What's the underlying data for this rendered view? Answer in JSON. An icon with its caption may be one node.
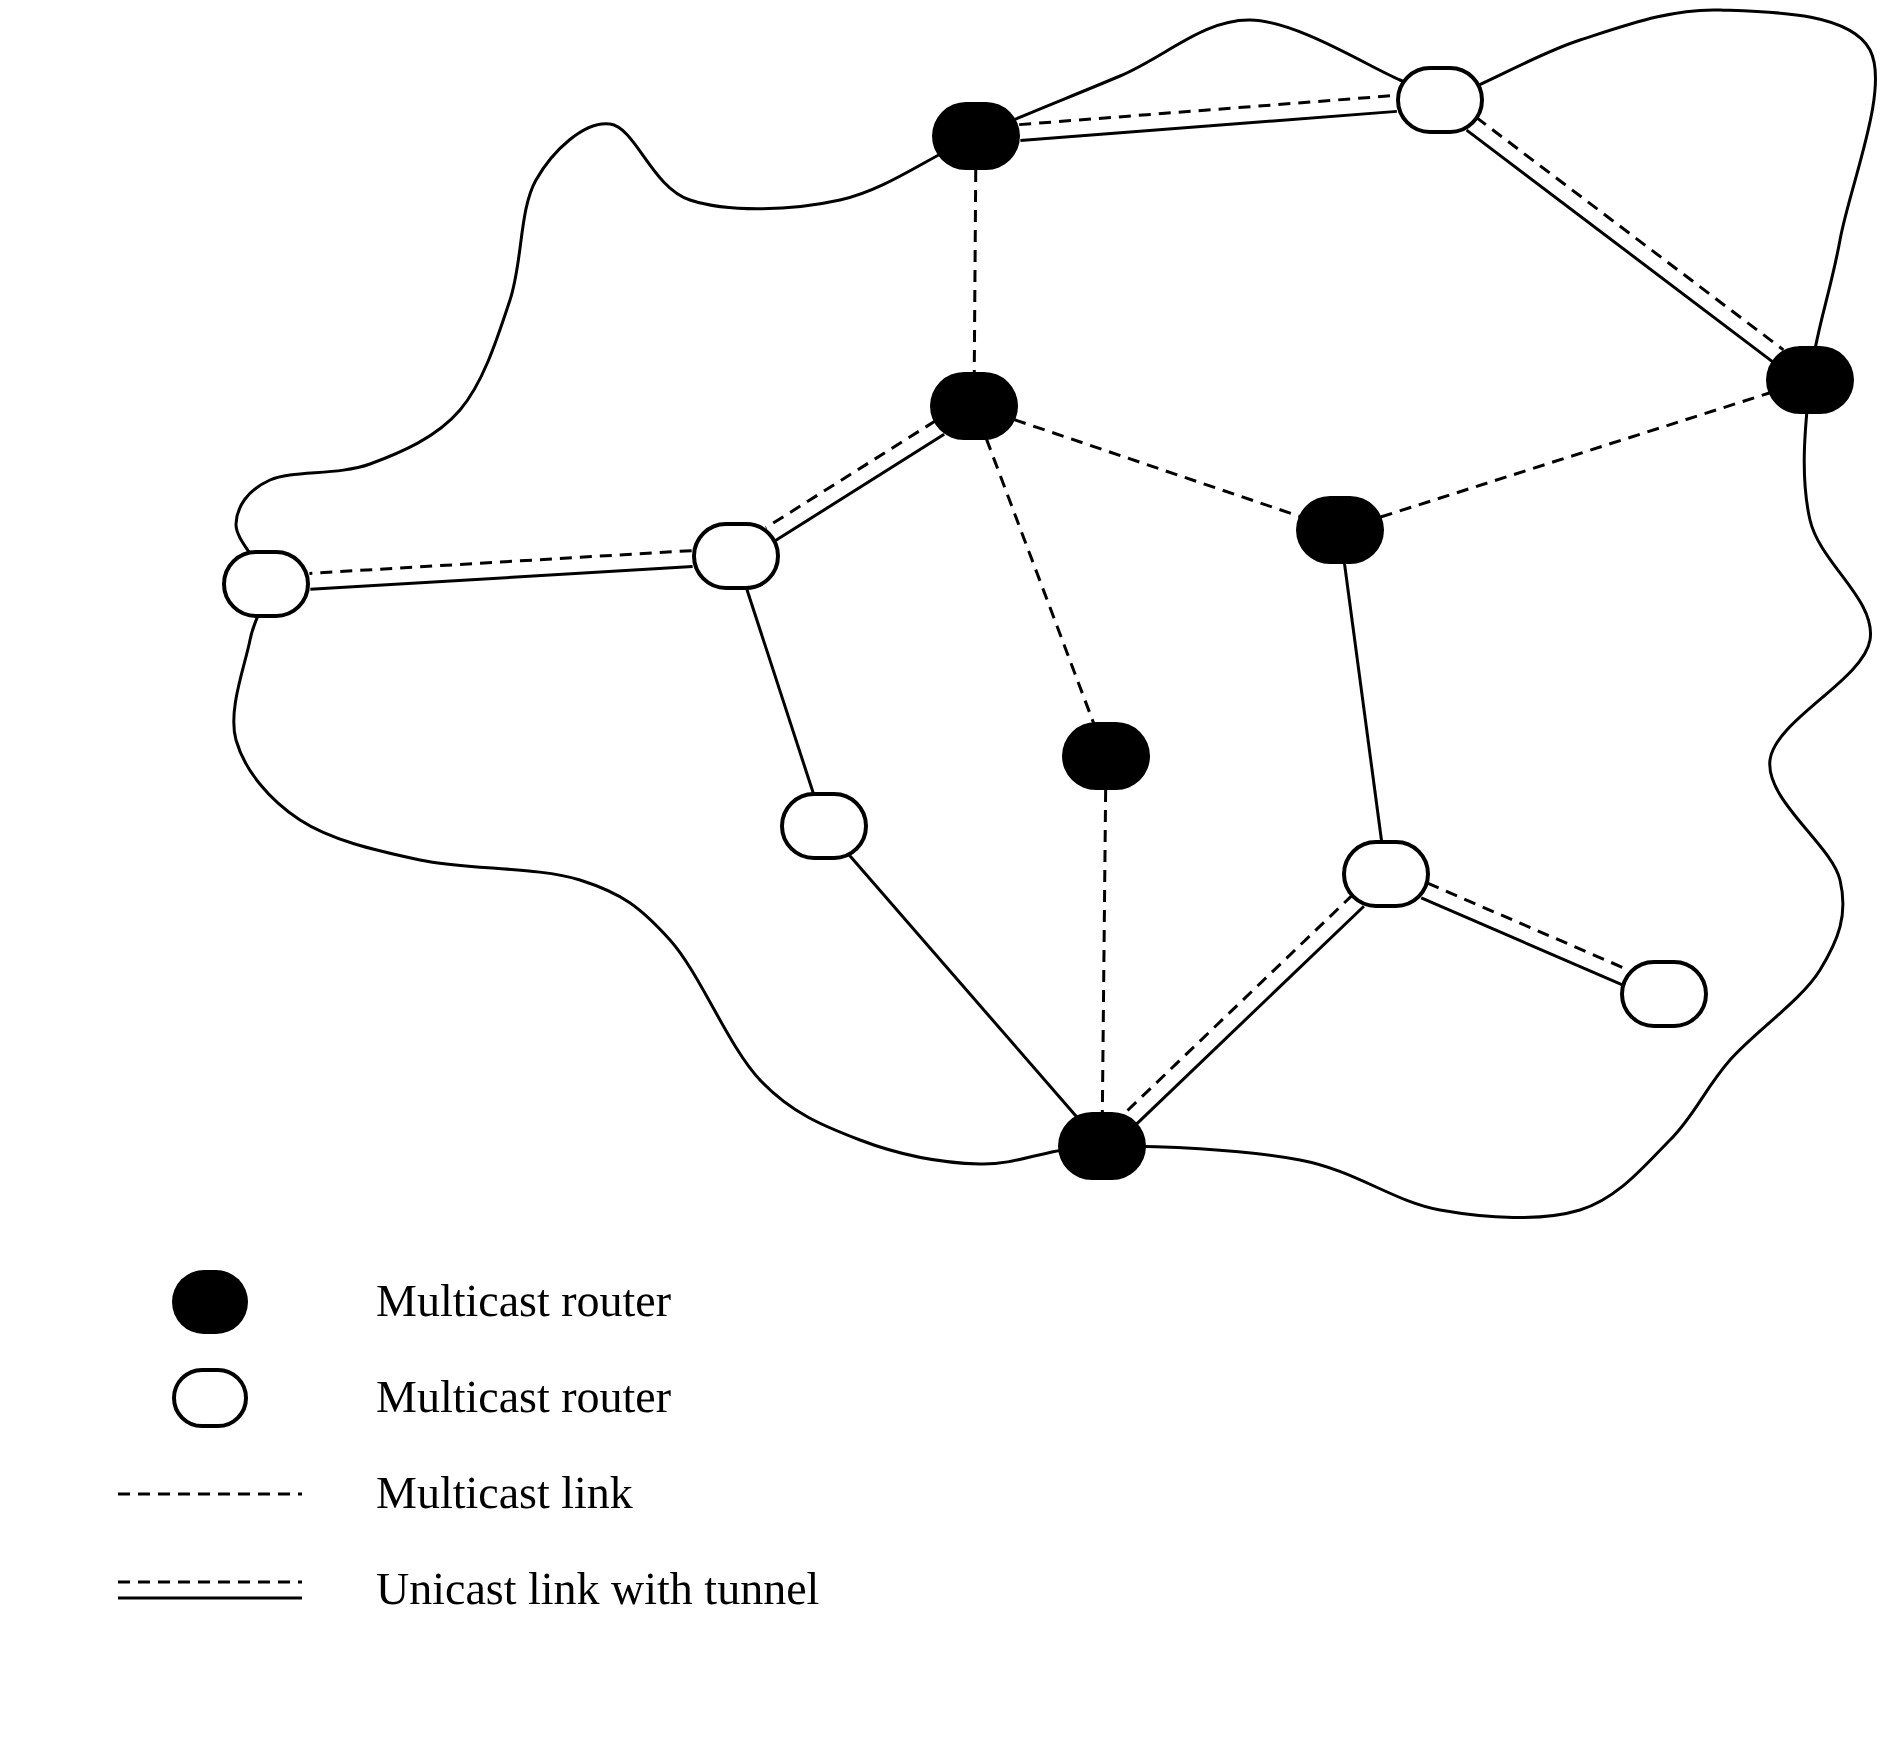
{
  "diagram": {
    "nodes": [
      {
        "text": [],
        "shape": "circle"
      },
      {
        "text": [],
        "shape": "dot"
      },
      {
        "text": [],
        "shape": "dot"
      },
      {
        "text": [],
        "shape": "dot"
      },
      {
        "text": [],
        "shape": "dot"
      },
      {
        "text": [],
        "shape": "circle"
      },
      {
        "text": [],
        "shape": "circle"
      },
      {
        "text": [],
        "shape": "dot"
      },
      {
        "text": [],
        "shape": "circle"
      },
      {
        "text": [],
        "shape": "circle"
      },
      {
        "text": [],
        "shape": "circle"
      },
      {
        "text": [],
        "shape": "dot"
      }
    ],
    "edges": [
      {
        "from": 1,
        "to": 0,
        "arrow": "none",
        "style": "dashed"
      },
      {
        "from": 1,
        "to": 0,
        "arrow": "none"
      },
      {
        "from": 0,
        "to": 2,
        "arrow": "none",
        "style": "dashed"
      },
      {
        "from": 0,
        "to": 2,
        "arrow": "none"
      },
      {
        "from": 1,
        "to": 3,
        "arrow": "none",
        "style": "dashed"
      },
      {
        "from": 3,
        "to": 4,
        "arrow": "none",
        "style": "dashed"
      },
      {
        "from": 4,
        "to": 2,
        "arrow": "none",
        "style": "dashed"
      },
      {
        "from": 3,
        "to": 5,
        "arrow": "none",
        "style": "dashed"
      },
      {
        "from": 3,
        "to": 5,
        "arrow": "none"
      },
      {
        "from": 5,
        "to": 6,
        "arrow": "none",
        "style": "dashed"
      },
      {
        "from": 5,
        "to": 6,
        "arrow": "none"
      },
      {
        "from": 3,
        "to": 7,
        "arrow": "none",
        "style": "dashed"
      },
      {
        "from": 5,
        "to": 8,
        "arrow": "none"
      },
      {
        "from": 8,
        "to": 11,
        "arrow": "none"
      },
      {
        "from": 7,
        "to": 11,
        "arrow": "none",
        "style": "dashed"
      },
      {
        "from": 4,
        "to": 9,
        "arrow": "none"
      },
      {
        "from": 9,
        "to": 11,
        "arrow": "none",
        "style": "dashed"
      },
      {
        "from": 9,
        "to": 11,
        "arrow": "none"
      },
      {
        "from": 9,
        "to": 10,
        "arrow": "none",
        "style": "dashed"
      },
      {
        "from": 9,
        "to": 10,
        "arrow": "none"
      }
    ],
    "legend": [
      {
        "text": "Multicast router"
      },
      {
        "text": "Multicast router"
      },
      {
        "text": "Multicast link"
      },
      {
        "text": "Unicast link with tunnel"
      }
    ]
  }
}
